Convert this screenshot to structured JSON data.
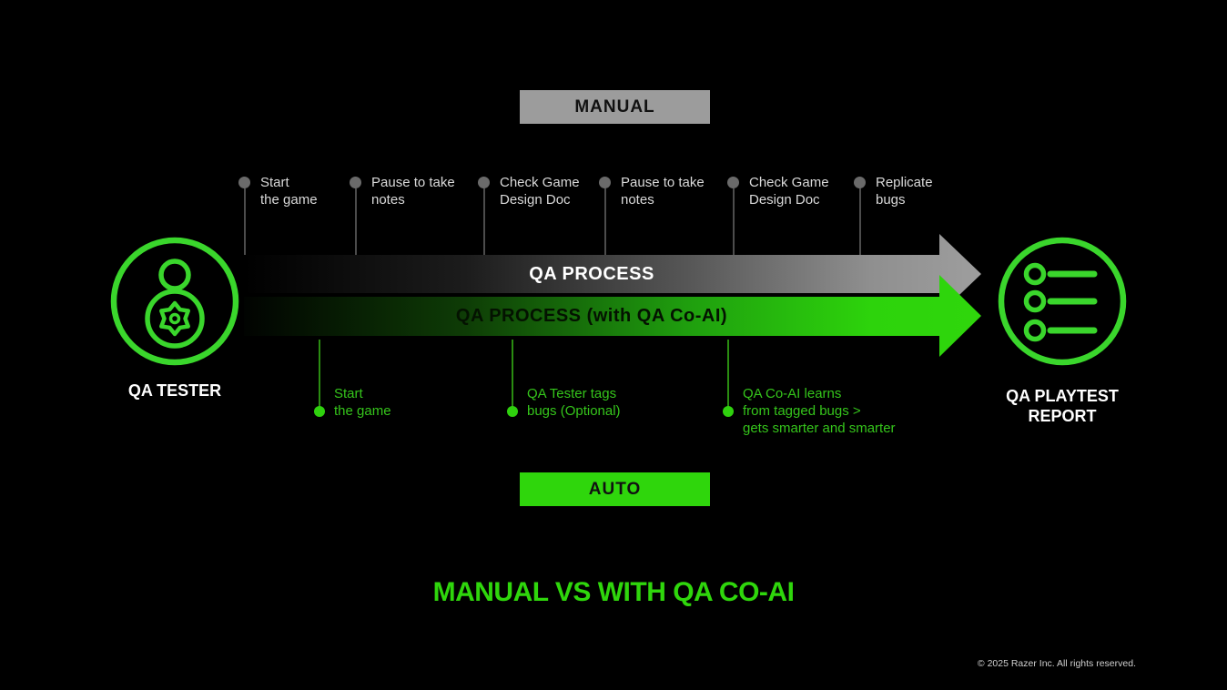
{
  "title": "MANUAL VS WITH QA CO-AI",
  "colors": {
    "background": "#000000",
    "razer_green": "#2FD60C",
    "green_text": "#35C51B",
    "gray_badge": "#9C9C9C",
    "white": "#FFFFFF"
  },
  "manual_track": {
    "badge_label": "MANUAL",
    "arrow_label": "QA PROCESS",
    "steps": [
      {
        "lines": [
          "Start",
          "the game"
        ]
      },
      {
        "lines": [
          "Pause to take",
          "notes"
        ]
      },
      {
        "lines": [
          "Check Game",
          "Design Doc"
        ]
      },
      {
        "lines": [
          "Pause to take",
          "notes"
        ]
      },
      {
        "lines": [
          "Check Game",
          "Design Doc"
        ]
      },
      {
        "lines": [
          "Replicate",
          "bugs"
        ]
      }
    ]
  },
  "auto_track": {
    "badge_label": "AUTO",
    "arrow_label": "QA PROCESS (with QA Co-AI)",
    "steps": [
      {
        "lines": [
          "Start",
          "the game"
        ]
      },
      {
        "lines": [
          "QA Tester tags",
          "bugs (Optional)"
        ]
      },
      {
        "lines": [
          "QA Co-AI learns",
          "from tagged bugs >",
          "gets smarter and smarter"
        ]
      }
    ]
  },
  "endpoints": {
    "start": {
      "label": "QA TESTER",
      "icon": "qa-tester-icon"
    },
    "end": {
      "label_lines": [
        "QA PLAYTEST",
        "REPORT"
      ],
      "icon": "qa-playtest-report-icon"
    }
  },
  "footer": {
    "copyright": "© 2025 Razer Inc. All rights reserved."
  }
}
